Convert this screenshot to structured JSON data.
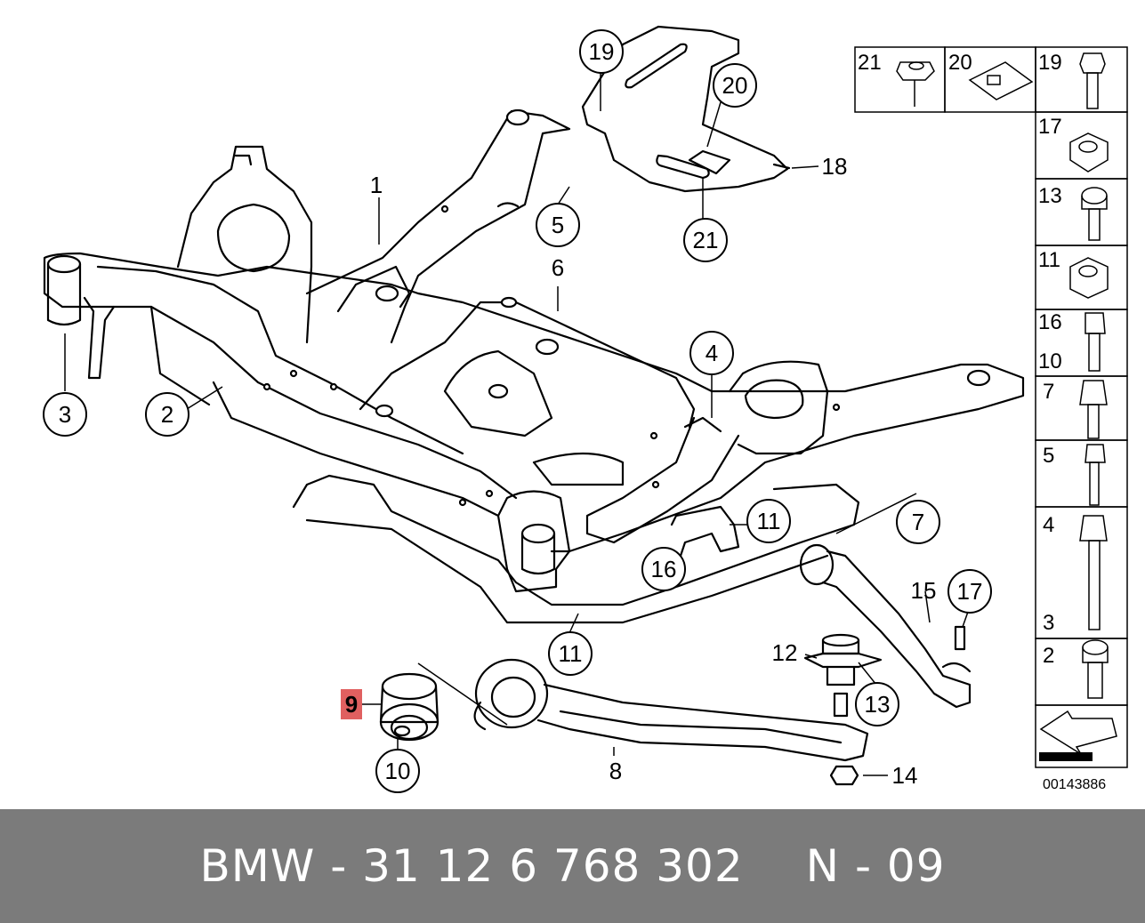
{
  "callouts": {
    "c1": "1",
    "c2": "2",
    "c3": "3",
    "c4": "4",
    "c5": "5",
    "c6": "6",
    "c7": "7",
    "c8": "8",
    "c9": "9",
    "c10": "10",
    "c11a": "11",
    "c11b": "11",
    "c12": "12",
    "c13": "13",
    "c14": "14",
    "c15": "15",
    "c16": "16",
    "c17": "17",
    "c18": "18",
    "c19": "19",
    "c20": "20",
    "c21": "21"
  },
  "legend": {
    "r21": "21",
    "r20": "20",
    "r19": "19",
    "r17": "17",
    "r13": "13",
    "r11": "11",
    "r16": "16",
    "r10": "10",
    "r7": "7",
    "r5": "5",
    "r4": "4",
    "r3": "3",
    "r2": "2"
  },
  "diagram_number": "00143886",
  "highlight_color": "#e06060",
  "footer": {
    "part": "BMW - 31 12 6 768 302",
    "position": "N - 09"
  }
}
